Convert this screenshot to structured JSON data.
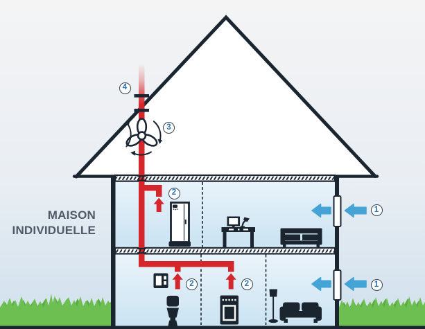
{
  "diagram": {
    "title": {
      "line1": "MAISON",
      "line2": "INDIVIDUELLE"
    },
    "markers": {
      "air_inlet": {
        "label": "1",
        "count_visible": 2
      },
      "extract_vent": {
        "label": "2",
        "count_visible": 3
      },
      "fan": {
        "label": "3",
        "count_visible": 1
      },
      "roof_outlet": {
        "label": "4",
        "count_visible": 1
      }
    },
    "colors": {
      "duct_red": "#d5262c",
      "air_blue": "#45a3d6",
      "line_dark": "#1a2530",
      "grass_green": "#6cbf50",
      "sky_top": "#f4f4f5",
      "sky_bottom": "#cfe0ed",
      "interior_top": "#ecf5fb",
      "interior_bottom": "#cbe3f2",
      "title_text": "#4e5a67",
      "marker_number": "#2f72ab"
    },
    "icons": [
      "fan-icon",
      "roof-outlet-icon",
      "exhaust-air-fade",
      "extract-duct",
      "up-arrow-icon",
      "left-arrow-icon",
      "air-inlet-vent",
      "shower-icon",
      "desk-computer-icon",
      "desk-lamp-icon",
      "bed-icon",
      "washing-machine-icon",
      "toilet-icon",
      "stove-icon",
      "floor-lamp-icon",
      "sofa-icon",
      "grass"
    ]
  }
}
